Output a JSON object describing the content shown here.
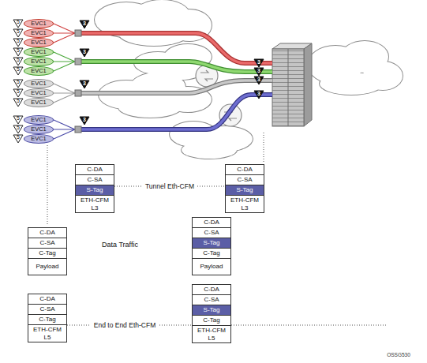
{
  "diagram": {
    "nodes": [
      {
        "text": [
          "EVC1"
        ]
      },
      {
        "text": [
          "EVC1"
        ]
      },
      {
        "text": [
          "EVC1"
        ]
      },
      {
        "text": [
          "EVC1"
        ]
      },
      {
        "text": [
          "EVC1"
        ]
      },
      {
        "text": [
          "EVC1"
        ]
      },
      {
        "text": [
          "EVC1"
        ]
      },
      {
        "text": [
          "EVC1"
        ]
      },
      {
        "text": [
          "EVC1"
        ]
      },
      {
        "text": [
          "EVC1"
        ]
      },
      {
        "text": [
          "EVC1"
        ]
      },
      {
        "text": [
          "EVC1"
        ]
      },
      {
        "text": [
          "C-DA"
        ]
      },
      {
        "text": [
          "C-SA"
        ]
      },
      {
        "text": [
          "S-Tag"
        ]
      },
      {
        "text": [
          "ETH-CFM L3"
        ]
      },
      {
        "text": [
          "C-DA"
        ]
      },
      {
        "text": [
          "C-SA"
        ]
      },
      {
        "text": [
          "S-Tag"
        ]
      },
      {
        "text": [
          "ETH-CFM L3"
        ]
      },
      {
        "text": [
          "C-DA"
        ]
      },
      {
        "text": [
          "C-SA"
        ]
      },
      {
        "text": [
          "C-Tag"
        ]
      },
      {
        "text": [
          "Payload"
        ]
      },
      {
        "text": [
          "C-DA"
        ]
      },
      {
        "text": [
          "C-SA"
        ]
      },
      {
        "text": [
          "S-Tag"
        ]
      },
      {
        "text": [
          "C-Tag"
        ]
      },
      {
        "text": [
          "Payload"
        ]
      },
      {
        "text": [
          "C-DA"
        ]
      },
      {
        "text": [
          "C-SA"
        ]
      },
      {
        "text": [
          "C-Tag"
        ]
      },
      {
        "text": [
          "ETH-CFM L5"
        ]
      },
      {
        "text": [
          "C-DA"
        ]
      },
      {
        "text": [
          "C-SA"
        ]
      },
      {
        "text": [
          "S-Tag"
        ]
      },
      {
        "text": [
          "C-Tag"
        ]
      },
      {
        "text": [
          "ETH-CFM L5"
        ]
      }
    ],
    "labels": [
      "5",
      "5",
      "5",
      "5",
      "5",
      "5",
      "5",
      "5",
      "5",
      "5",
      "5",
      "5",
      "3",
      "3",
      "3",
      "3",
      "3",
      "3",
      "3",
      "3",
      "Tunnel Eth-CFM",
      "Data Traffic",
      "End to End Eth-CFM",
      "OSSG530"
    ]
  }
}
